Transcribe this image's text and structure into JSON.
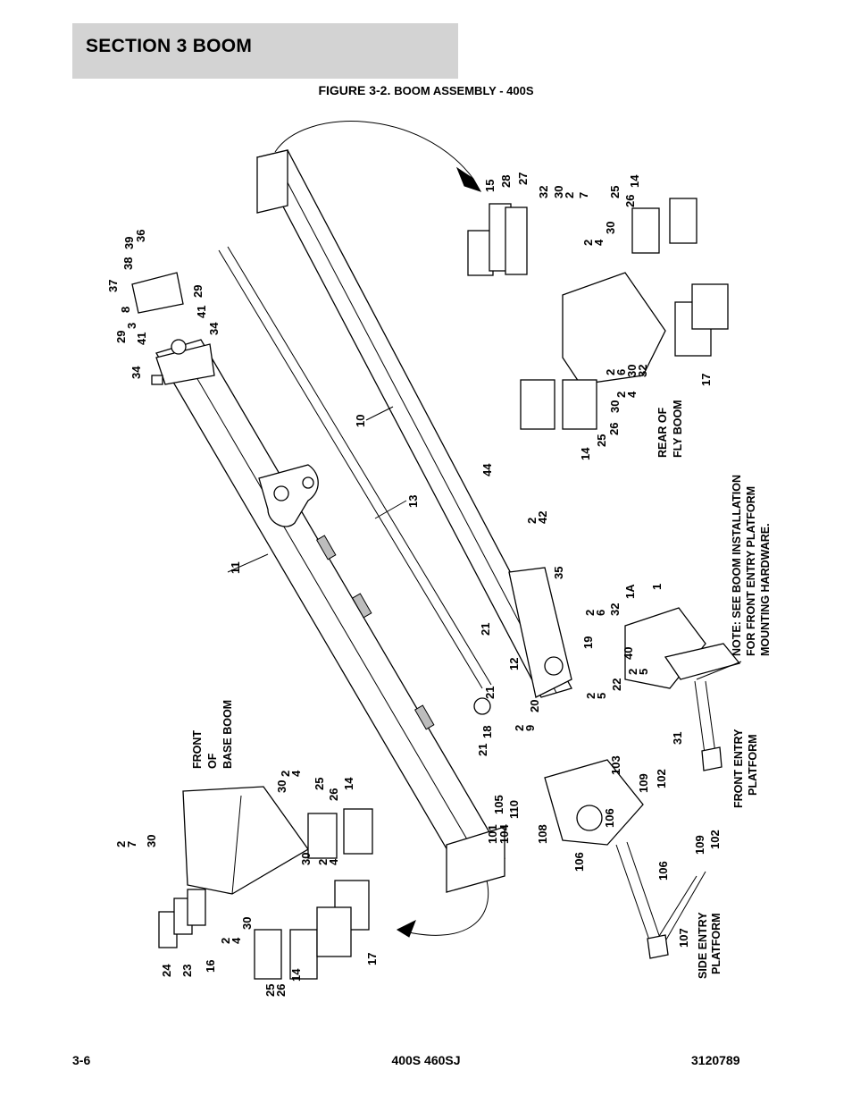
{
  "header": {
    "section_label": "SECTION 3   BOOM"
  },
  "figure": {
    "caption_prefix": "FIGURE 3-2.",
    "caption_title": "BOOM ASSEMBLY - 400S"
  },
  "notes": {
    "front_base_boom": [
      "FRONT",
      "OF",
      "BASE BOOM"
    ],
    "rear_fly_boom": [
      "REAR OF",
      "FLY BOOM"
    ],
    "installation_note": [
      "NOTE: SEE BOOM INSTALLATION",
      "FOR FRONT ENTRY PLATFORM",
      "MOUNTING HARDWARE."
    ],
    "front_entry": [
      "FRONT ENTRY",
      "PLATFORM"
    ],
    "side_entry": [
      "SIDE ENTRY",
      "PLATFORM"
    ]
  },
  "callouts": {
    "fly_rear_top": [
      "15",
      "28",
      "27",
      "32",
      "30",
      "2",
      "7",
      "25",
      "26",
      "14",
      "30",
      "2",
      "4"
    ],
    "fly_rear_bottom": [
      "2",
      "6",
      "30",
      "32",
      "2",
      "4",
      "30",
      "26",
      "25",
      "14",
      "17"
    ],
    "boom_mid": [
      "10",
      "11",
      "13",
      "44",
      "2",
      "42",
      "35",
      "21",
      "12",
      "21",
      "18",
      "21",
      "20",
      "2",
      "9",
      "2",
      "5",
      "22",
      "19",
      "2",
      "6",
      "32",
      "40",
      "2",
      "5",
      "1A",
      "1",
      "31"
    ],
    "fly_head": [
      "37",
      "38",
      "39",
      "36",
      "8",
      "3",
      "29",
      "41",
      "29",
      "41",
      "34",
      "34"
    ],
    "base_front": [
      "2",
      "7",
      "30",
      "30",
      "2",
      "4",
      "25",
      "26",
      "14",
      "30",
      "2",
      "4",
      "24",
      "23",
      "16",
      "2",
      "4",
      "30",
      "25",
      "26",
      "14",
      "17"
    ],
    "side_entry": [
      "105",
      "110",
      "101",
      "104",
      "108",
      "103",
      "109",
      "102",
      "106",
      "106",
      "109",
      "102",
      "106",
      "107"
    ]
  },
  "footer": {
    "page": "3-6",
    "model": "400S 460SJ",
    "doc_number": "3120789"
  }
}
